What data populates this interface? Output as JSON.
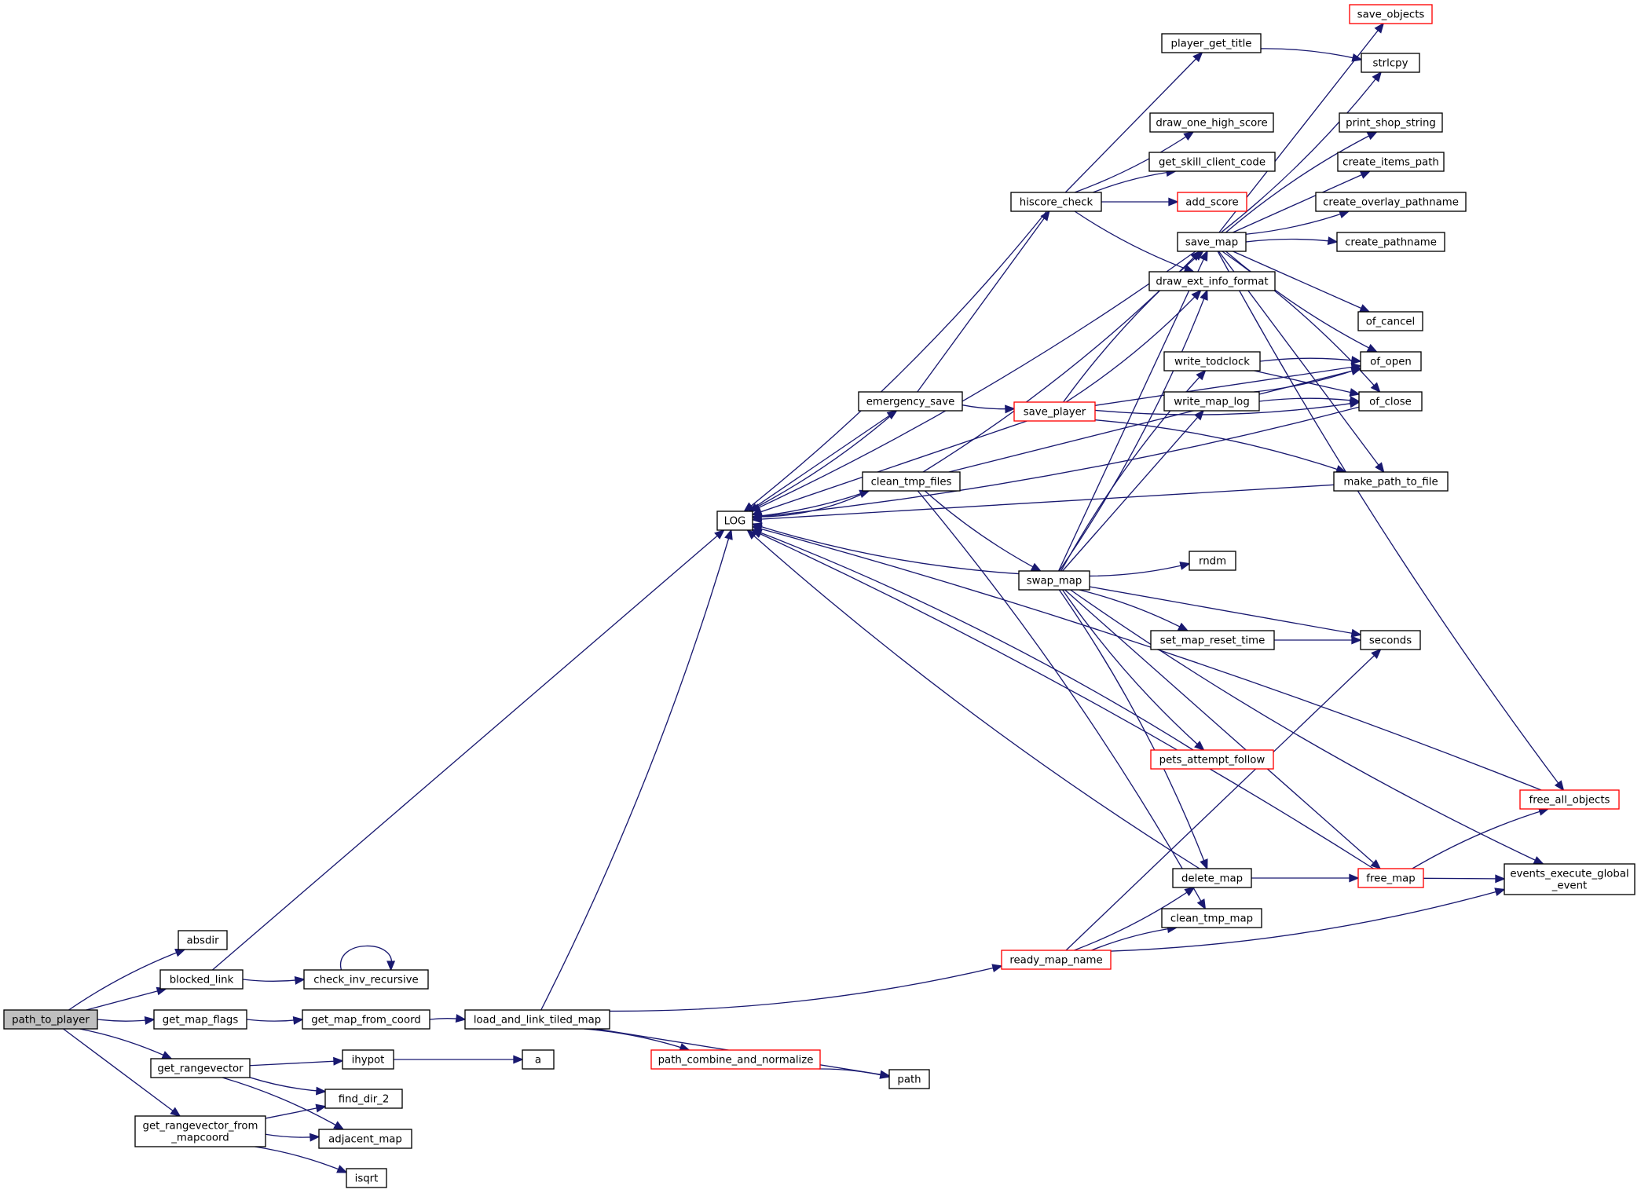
{
  "graph": {
    "colors": {
      "edge": "#191970",
      "border": "#000000",
      "truncated_border": "#ff0000",
      "root_fill": "#bfbfbf"
    },
    "nodes": [
      {
        "id": "path_to_player",
        "lines": [
          "path_to_player"
        ],
        "root": true,
        "truncated": false
      },
      {
        "id": "absdir",
        "lines": [
          "absdir"
        ],
        "truncated": false
      },
      {
        "id": "blocked_link",
        "lines": [
          "blocked_link"
        ],
        "truncated": false
      },
      {
        "id": "get_map_flags",
        "lines": [
          "get_map_flags"
        ],
        "truncated": false
      },
      {
        "id": "get_rangevector",
        "lines": [
          "get_rangevector"
        ],
        "truncated": false
      },
      {
        "id": "get_rangevector_from_mapcoord",
        "lines": [
          "get_rangevector_from",
          "_mapcoord"
        ],
        "truncated": false
      },
      {
        "id": "check_inv_recursive",
        "lines": [
          "check_inv_recursive"
        ],
        "truncated": false
      },
      {
        "id": "get_map_from_coord",
        "lines": [
          "get_map_from_coord"
        ],
        "truncated": false
      },
      {
        "id": "ihypot",
        "lines": [
          "ihypot"
        ],
        "truncated": false
      },
      {
        "id": "find_dir_2",
        "lines": [
          "find_dir_2"
        ],
        "truncated": false
      },
      {
        "id": "adjacent_map",
        "lines": [
          "adjacent_map"
        ],
        "truncated": false
      },
      {
        "id": "isqrt",
        "lines": [
          "isqrt"
        ],
        "truncated": false
      },
      {
        "id": "load_and_link_tiled_map",
        "lines": [
          "load_and_link_tiled_map"
        ],
        "truncated": false
      },
      {
        "id": "a",
        "lines": [
          "a"
        ],
        "truncated": false
      },
      {
        "id": "LOG",
        "lines": [
          "LOG"
        ],
        "truncated": false
      },
      {
        "id": "path_combine_and_normalize",
        "lines": [
          "path_combine_and_normalize"
        ],
        "truncated": true
      },
      {
        "id": "path",
        "lines": [
          "path"
        ],
        "truncated": false
      },
      {
        "id": "ready_map_name",
        "lines": [
          "ready_map_name"
        ],
        "truncated": true
      },
      {
        "id": "hiscore_check",
        "lines": [
          "hiscore_check"
        ],
        "truncated": false
      },
      {
        "id": "emergency_save",
        "lines": [
          "emergency_save"
        ],
        "truncated": false
      },
      {
        "id": "clean_tmp_files",
        "lines": [
          "clean_tmp_files"
        ],
        "truncated": false
      },
      {
        "id": "swap_map",
        "lines": [
          "swap_map"
        ],
        "truncated": false
      },
      {
        "id": "save_player",
        "lines": [
          "save_player"
        ],
        "truncated": true
      },
      {
        "id": "player_get_title",
        "lines": [
          "player_get_title"
        ],
        "truncated": false
      },
      {
        "id": "draw_one_high_score",
        "lines": [
          "draw_one_high_score"
        ],
        "truncated": false
      },
      {
        "id": "get_skill_client_code",
        "lines": [
          "get_skill_client_code"
        ],
        "truncated": false
      },
      {
        "id": "add_score",
        "lines": [
          "add_score"
        ],
        "truncated": true
      },
      {
        "id": "save_map",
        "lines": [
          "save_map"
        ],
        "truncated": false
      },
      {
        "id": "draw_ext_info_format",
        "lines": [
          "draw_ext_info_format"
        ],
        "truncated": false
      },
      {
        "id": "write_todclock",
        "lines": [
          "write_todclock"
        ],
        "truncated": false
      },
      {
        "id": "write_map_log",
        "lines": [
          "write_map_log"
        ],
        "truncated": false
      },
      {
        "id": "rndm",
        "lines": [
          "rndm"
        ],
        "truncated": false
      },
      {
        "id": "set_map_reset_time",
        "lines": [
          "set_map_reset_time"
        ],
        "truncated": false
      },
      {
        "id": "pets_attempt_follow",
        "lines": [
          "pets_attempt_follow"
        ],
        "truncated": true
      },
      {
        "id": "delete_map",
        "lines": [
          "delete_map"
        ],
        "truncated": false
      },
      {
        "id": "clean_tmp_map",
        "lines": [
          "clean_tmp_map"
        ],
        "truncated": false
      },
      {
        "id": "save_objects",
        "lines": [
          "save_objects"
        ],
        "truncated": true
      },
      {
        "id": "strlcpy",
        "lines": [
          "strlcpy"
        ],
        "truncated": false
      },
      {
        "id": "print_shop_string",
        "lines": [
          "print_shop_string"
        ],
        "truncated": false
      },
      {
        "id": "create_items_path",
        "lines": [
          "create_items_path"
        ],
        "truncated": false
      },
      {
        "id": "create_overlay_pathname",
        "lines": [
          "create_overlay_pathname"
        ],
        "truncated": false
      },
      {
        "id": "create_pathname",
        "lines": [
          "create_pathname"
        ],
        "truncated": false
      },
      {
        "id": "of_cancel",
        "lines": [
          "of_cancel"
        ],
        "truncated": false
      },
      {
        "id": "of_open",
        "lines": [
          "of_open"
        ],
        "truncated": false
      },
      {
        "id": "of_close",
        "lines": [
          "of_close"
        ],
        "truncated": false
      },
      {
        "id": "make_path_to_file",
        "lines": [
          "make_path_to_file"
        ],
        "truncated": false
      },
      {
        "id": "seconds",
        "lines": [
          "seconds"
        ],
        "truncated": false
      },
      {
        "id": "free_all_objects",
        "lines": [
          "free_all_objects"
        ],
        "truncated": true
      },
      {
        "id": "free_map",
        "lines": [
          "free_map"
        ],
        "truncated": true
      },
      {
        "id": "events_execute_global_event",
        "lines": [
          "events_execute_global",
          "_event"
        ],
        "truncated": false
      }
    ],
    "edges": [
      [
        "path_to_player",
        "absdir"
      ],
      [
        "path_to_player",
        "blocked_link"
      ],
      [
        "path_to_player",
        "get_map_flags"
      ],
      [
        "path_to_player",
        "get_rangevector"
      ],
      [
        "path_to_player",
        "get_rangevector_from_mapcoord"
      ],
      [
        "blocked_link",
        "check_inv_recursive"
      ],
      [
        "check_inv_recursive",
        "check_inv_recursive"
      ],
      [
        "blocked_link",
        "LOG"
      ],
      [
        "get_map_flags",
        "get_map_from_coord"
      ],
      [
        "get_map_from_coord",
        "load_and_link_tiled_map"
      ],
      [
        "get_rangevector",
        "ihypot"
      ],
      [
        "get_rangevector",
        "find_dir_2"
      ],
      [
        "get_rangevector",
        "adjacent_map"
      ],
      [
        "get_rangevector_from_mapcoord",
        "find_dir_2"
      ],
      [
        "get_rangevector_from_mapcoord",
        "adjacent_map"
      ],
      [
        "get_rangevector_from_mapcoord",
        "isqrt"
      ],
      [
        "ihypot",
        "a"
      ],
      [
        "load_and_link_tiled_map",
        "LOG"
      ],
      [
        "load_and_link_tiled_map",
        "path_combine_and_normalize"
      ],
      [
        "load_and_link_tiled_map",
        "path"
      ],
      [
        "load_and_link_tiled_map",
        "ready_map_name"
      ],
      [
        "path_combine_and_normalize",
        "path"
      ],
      [
        "LOG",
        "emergency_save"
      ],
      [
        "LOG",
        "clean_tmp_files"
      ],
      [
        "emergency_save",
        "LOG"
      ],
      [
        "emergency_save",
        "hiscore_check"
      ],
      [
        "emergency_save",
        "save_player"
      ],
      [
        "hiscore_check",
        "LOG"
      ],
      [
        "hiscore_check",
        "player_get_title"
      ],
      [
        "hiscore_check",
        "draw_one_high_score"
      ],
      [
        "hiscore_check",
        "get_skill_client_code"
      ],
      [
        "hiscore_check",
        "add_score"
      ],
      [
        "hiscore_check",
        "draw_ext_info_format"
      ],
      [
        "player_get_title",
        "strlcpy"
      ],
      [
        "save_player",
        "LOG"
      ],
      [
        "save_player",
        "draw_ext_info_format"
      ],
      [
        "save_player",
        "save_map"
      ],
      [
        "save_player",
        "of_open"
      ],
      [
        "save_player",
        "of_close"
      ],
      [
        "save_player",
        "make_path_to_file"
      ],
      [
        "clean_tmp_files",
        "LOG"
      ],
      [
        "clean_tmp_files",
        "swap_map"
      ],
      [
        "clean_tmp_files",
        "clean_tmp_map"
      ],
      [
        "clean_tmp_files",
        "of_open"
      ],
      [
        "clean_tmp_files",
        "save_map"
      ],
      [
        "swap_map",
        "LOG"
      ],
      [
        "swap_map",
        "save_map"
      ],
      [
        "swap_map",
        "draw_ext_info_format"
      ],
      [
        "swap_map",
        "write_todclock"
      ],
      [
        "swap_map",
        "write_map_log"
      ],
      [
        "swap_map",
        "rndm"
      ],
      [
        "swap_map",
        "set_map_reset_time"
      ],
      [
        "swap_map",
        "seconds"
      ],
      [
        "swap_map",
        "pets_attempt_follow"
      ],
      [
        "swap_map",
        "delete_map"
      ],
      [
        "swap_map",
        "free_map"
      ],
      [
        "swap_map",
        "events_execute_global_event"
      ],
      [
        "save_map",
        "LOG"
      ],
      [
        "save_map",
        "save_objects"
      ],
      [
        "save_map",
        "strlcpy"
      ],
      [
        "save_map",
        "print_shop_string"
      ],
      [
        "save_map",
        "create_items_path"
      ],
      [
        "save_map",
        "create_overlay_pathname"
      ],
      [
        "save_map",
        "create_pathname"
      ],
      [
        "save_map",
        "of_cancel"
      ],
      [
        "save_map",
        "of_open"
      ],
      [
        "save_map",
        "of_close"
      ],
      [
        "save_map",
        "make_path_to_file"
      ],
      [
        "save_map",
        "free_all_objects"
      ],
      [
        "write_todclock",
        "of_open"
      ],
      [
        "write_todclock",
        "of_close"
      ],
      [
        "write_map_log",
        "of_open"
      ],
      [
        "write_map_log",
        "of_close"
      ],
      [
        "set_map_reset_time",
        "seconds"
      ],
      [
        "pets_attempt_follow",
        "LOG"
      ],
      [
        "delete_map",
        "LOG"
      ],
      [
        "delete_map",
        "free_map"
      ],
      [
        "free_map",
        "LOG"
      ],
      [
        "free_map",
        "free_all_objects"
      ],
      [
        "free_map",
        "events_execute_global_event"
      ],
      [
        "free_all_objects",
        "LOG"
      ],
      [
        "of_close",
        "LOG"
      ],
      [
        "make_path_to_file",
        "LOG"
      ],
      [
        "ready_map_name",
        "delete_map"
      ],
      [
        "ready_map_name",
        "clean_tmp_map"
      ],
      [
        "ready_map_name",
        "seconds"
      ],
      [
        "ready_map_name",
        "events_execute_global_event"
      ]
    ]
  }
}
